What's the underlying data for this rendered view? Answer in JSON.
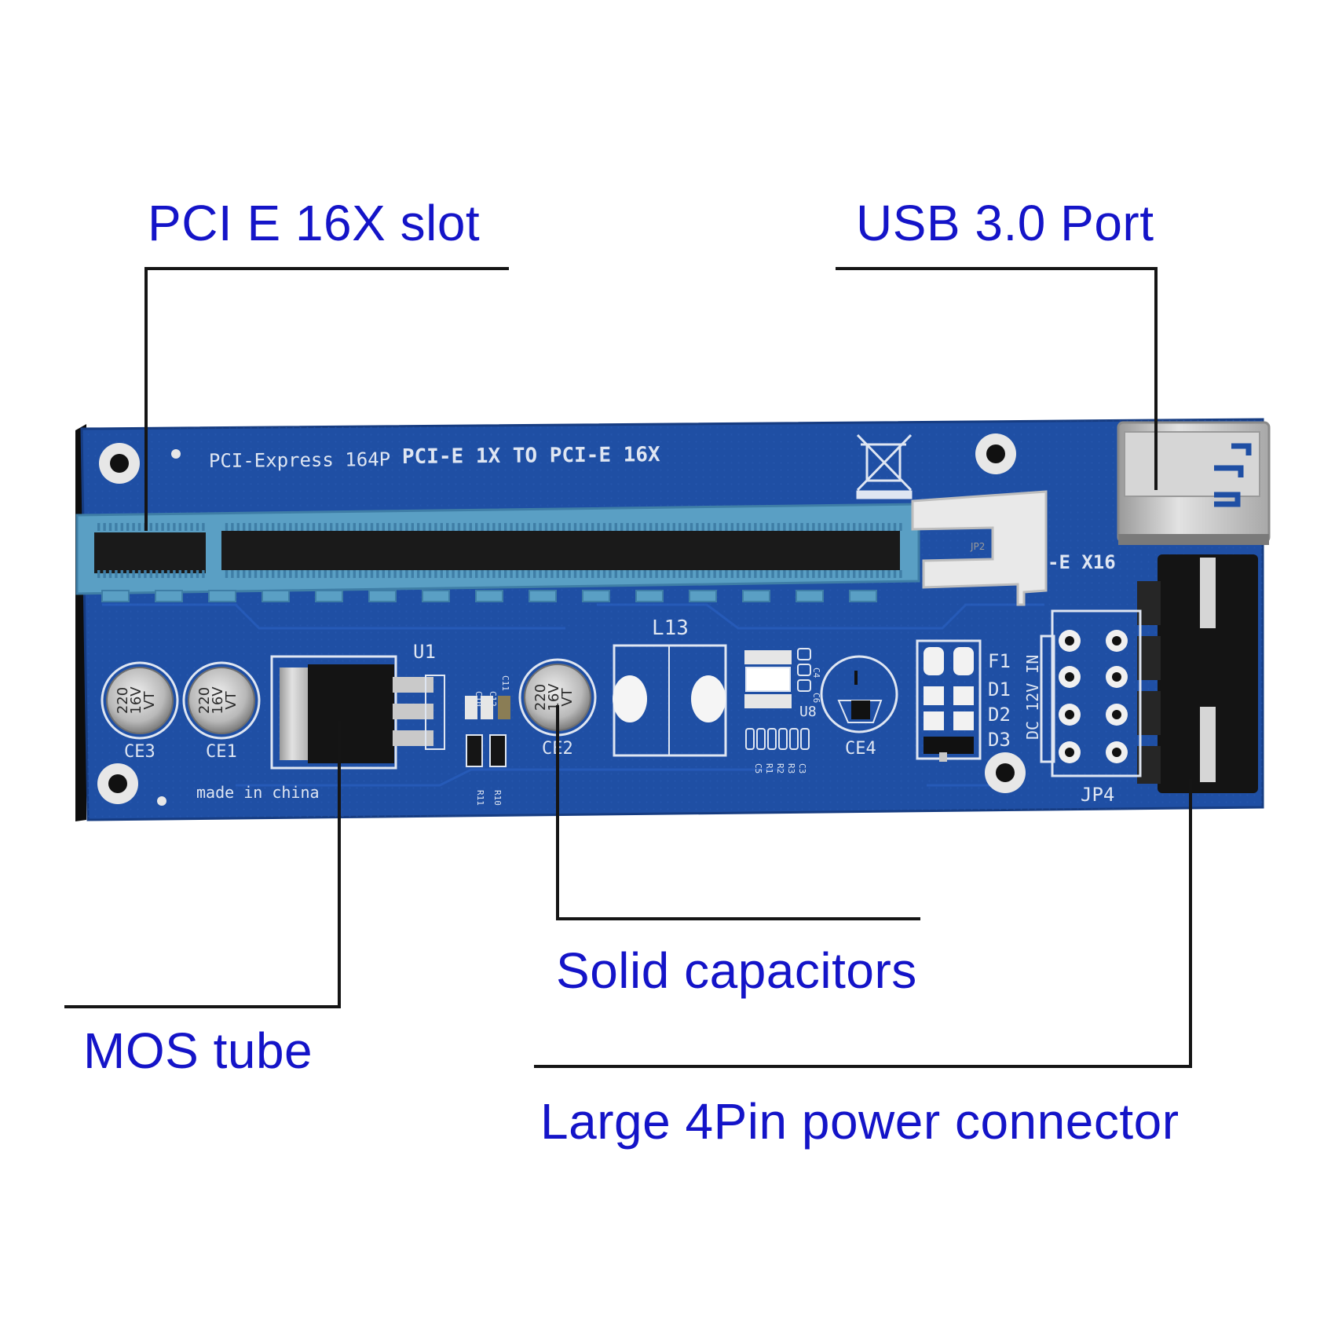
{
  "colors": {
    "label": "#1414c8",
    "leader": "#151515",
    "pcb": "#1f4fa4",
    "pcb_dark": "#173f88",
    "silk": "#dfe6f2",
    "slot": "#5a9fc4",
    "slot_dark": "#3f7ea6",
    "metal": "#c8c8c8"
  },
  "callouts": {
    "pcie_slot": "PCI E 16X slot",
    "usb_port": "USB 3.0 Port",
    "solid_capacitors": "Solid capacitors",
    "mos_tube": "MOS tube",
    "power_connector": "Large 4Pin power connector"
  },
  "board": {
    "header_left": "PCI-Express 164P",
    "header_right": "PCI-E 1X TO PCI-E 16X",
    "slot_tag": "JP2",
    "slot_label": "-E X16",
    "made_in": "made in china",
    "u1": "U1",
    "l13": "L13",
    "u8": "U8",
    "ce4": "CE4",
    "jp4": "JP4",
    "dc_in": "DC 12V IN",
    "f1": "F1",
    "d1": "D1",
    "d2": "D2",
    "d3": "D3",
    "small_parts": [
      "C11",
      "C12",
      "C10",
      "R11",
      "R10",
      "C4",
      "C6",
      "C5",
      "R1",
      "R2",
      "R3",
      "C3"
    ],
    "capacitors": [
      {
        "ref": "CE3",
        "value": "220",
        "voltage": "16V",
        "series": "VT"
      },
      {
        "ref": "CE1",
        "value": "220",
        "voltage": "16V",
        "series": "VT"
      },
      {
        "ref": "CE2",
        "value": "220",
        "voltage": "16V",
        "series": "VT"
      }
    ]
  }
}
